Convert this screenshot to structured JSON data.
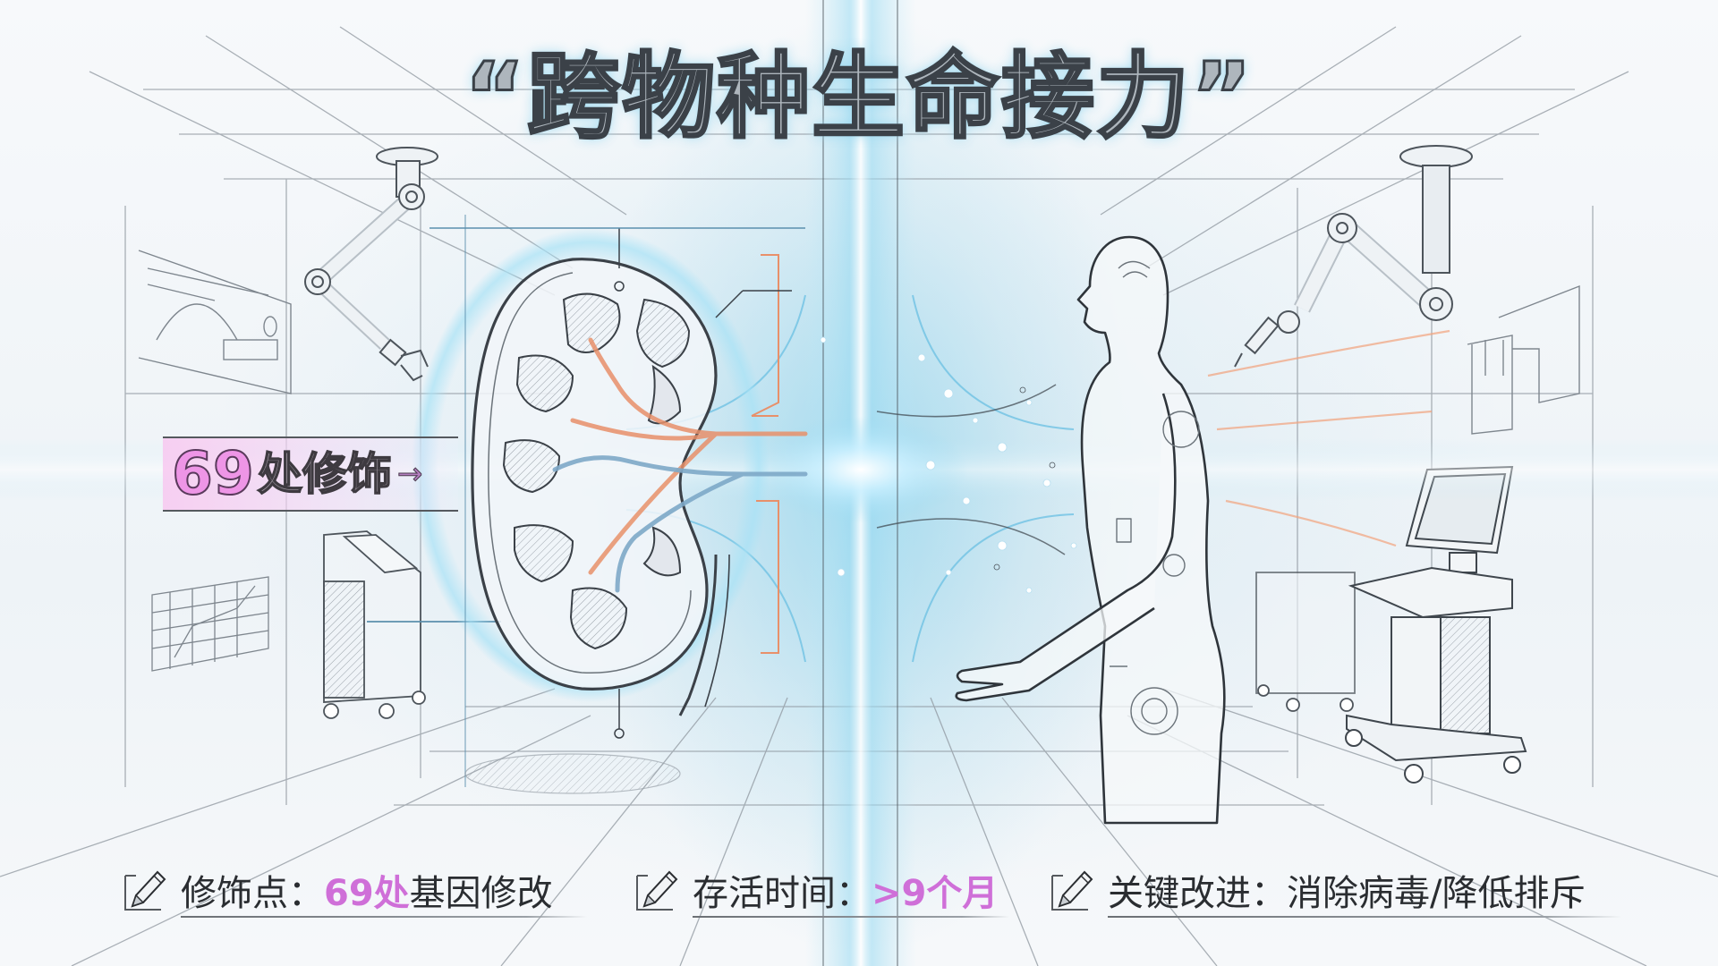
{
  "title": {
    "text": "“跨物种生命接力”"
  },
  "callout": {
    "number": "69",
    "text": "处修饰",
    "arrow": "→"
  },
  "captions": [
    {
      "icon": "pencil-icon",
      "label": "修饰点：",
      "highlight": "69处",
      "rest": "基因修改"
    },
    {
      "icon": "pencil-icon",
      "label": "存活时间：",
      "highlight": ">9个月",
      "rest": ""
    },
    {
      "icon": "pencil-icon",
      "label": "关键改进：",
      "highlight": "",
      "rest": "消除病毒/降低排斥"
    }
  ],
  "scene": {
    "left_subject": "kidney-diagram",
    "right_subject": "human-figure",
    "center_effect": "energy-beam"
  },
  "colors": {
    "ink": "#3b4148",
    "accent_pink": "#ee95e6",
    "highlight_text": "#cf6fd8",
    "glow_cyan": "#8fd6ef",
    "vessel_orange": "#e8906a",
    "vessel_blue": "#7ea9c8"
  }
}
